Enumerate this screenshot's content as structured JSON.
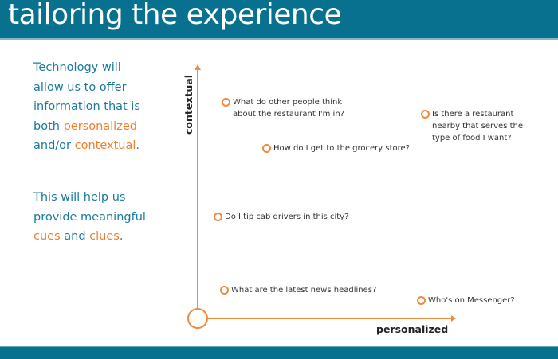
{
  "title": "tailoring the experience",
  "intro1": {
    "a": "Technology will",
    "b": "allow us to offer",
    "c": "information that is",
    "d": "both ",
    "personalized": "personalized",
    "e": "and/or ",
    "contextual": "contextual",
    "f": "."
  },
  "intro2": {
    "a": "This will help us",
    "b": "provide meaningful",
    "cues": "cues",
    "and": " and ",
    "clues": "clues",
    "end": "."
  },
  "axes": {
    "y_label": "contextual",
    "x_label": "personalized"
  },
  "points": [
    {
      "lines": [
        "What do other people think",
        "about the restaurant I'm in?"
      ]
    },
    {
      "lines": [
        "Is there a restaurant",
        "nearby that serves the",
        "type of food I want?"
      ]
    },
    {
      "lines": [
        "How do I get to the grocery store?"
      ]
    },
    {
      "lines": [
        "Do I tip cab drivers in this city?"
      ]
    },
    {
      "lines": [
        "What are the latest news headlines?"
      ]
    },
    {
      "lines": [
        "Who's on Messenger?"
      ]
    }
  ],
  "colors": {
    "header": "#07718f",
    "accent": "#f08a3c",
    "text_teal": "#1a7a9c"
  }
}
